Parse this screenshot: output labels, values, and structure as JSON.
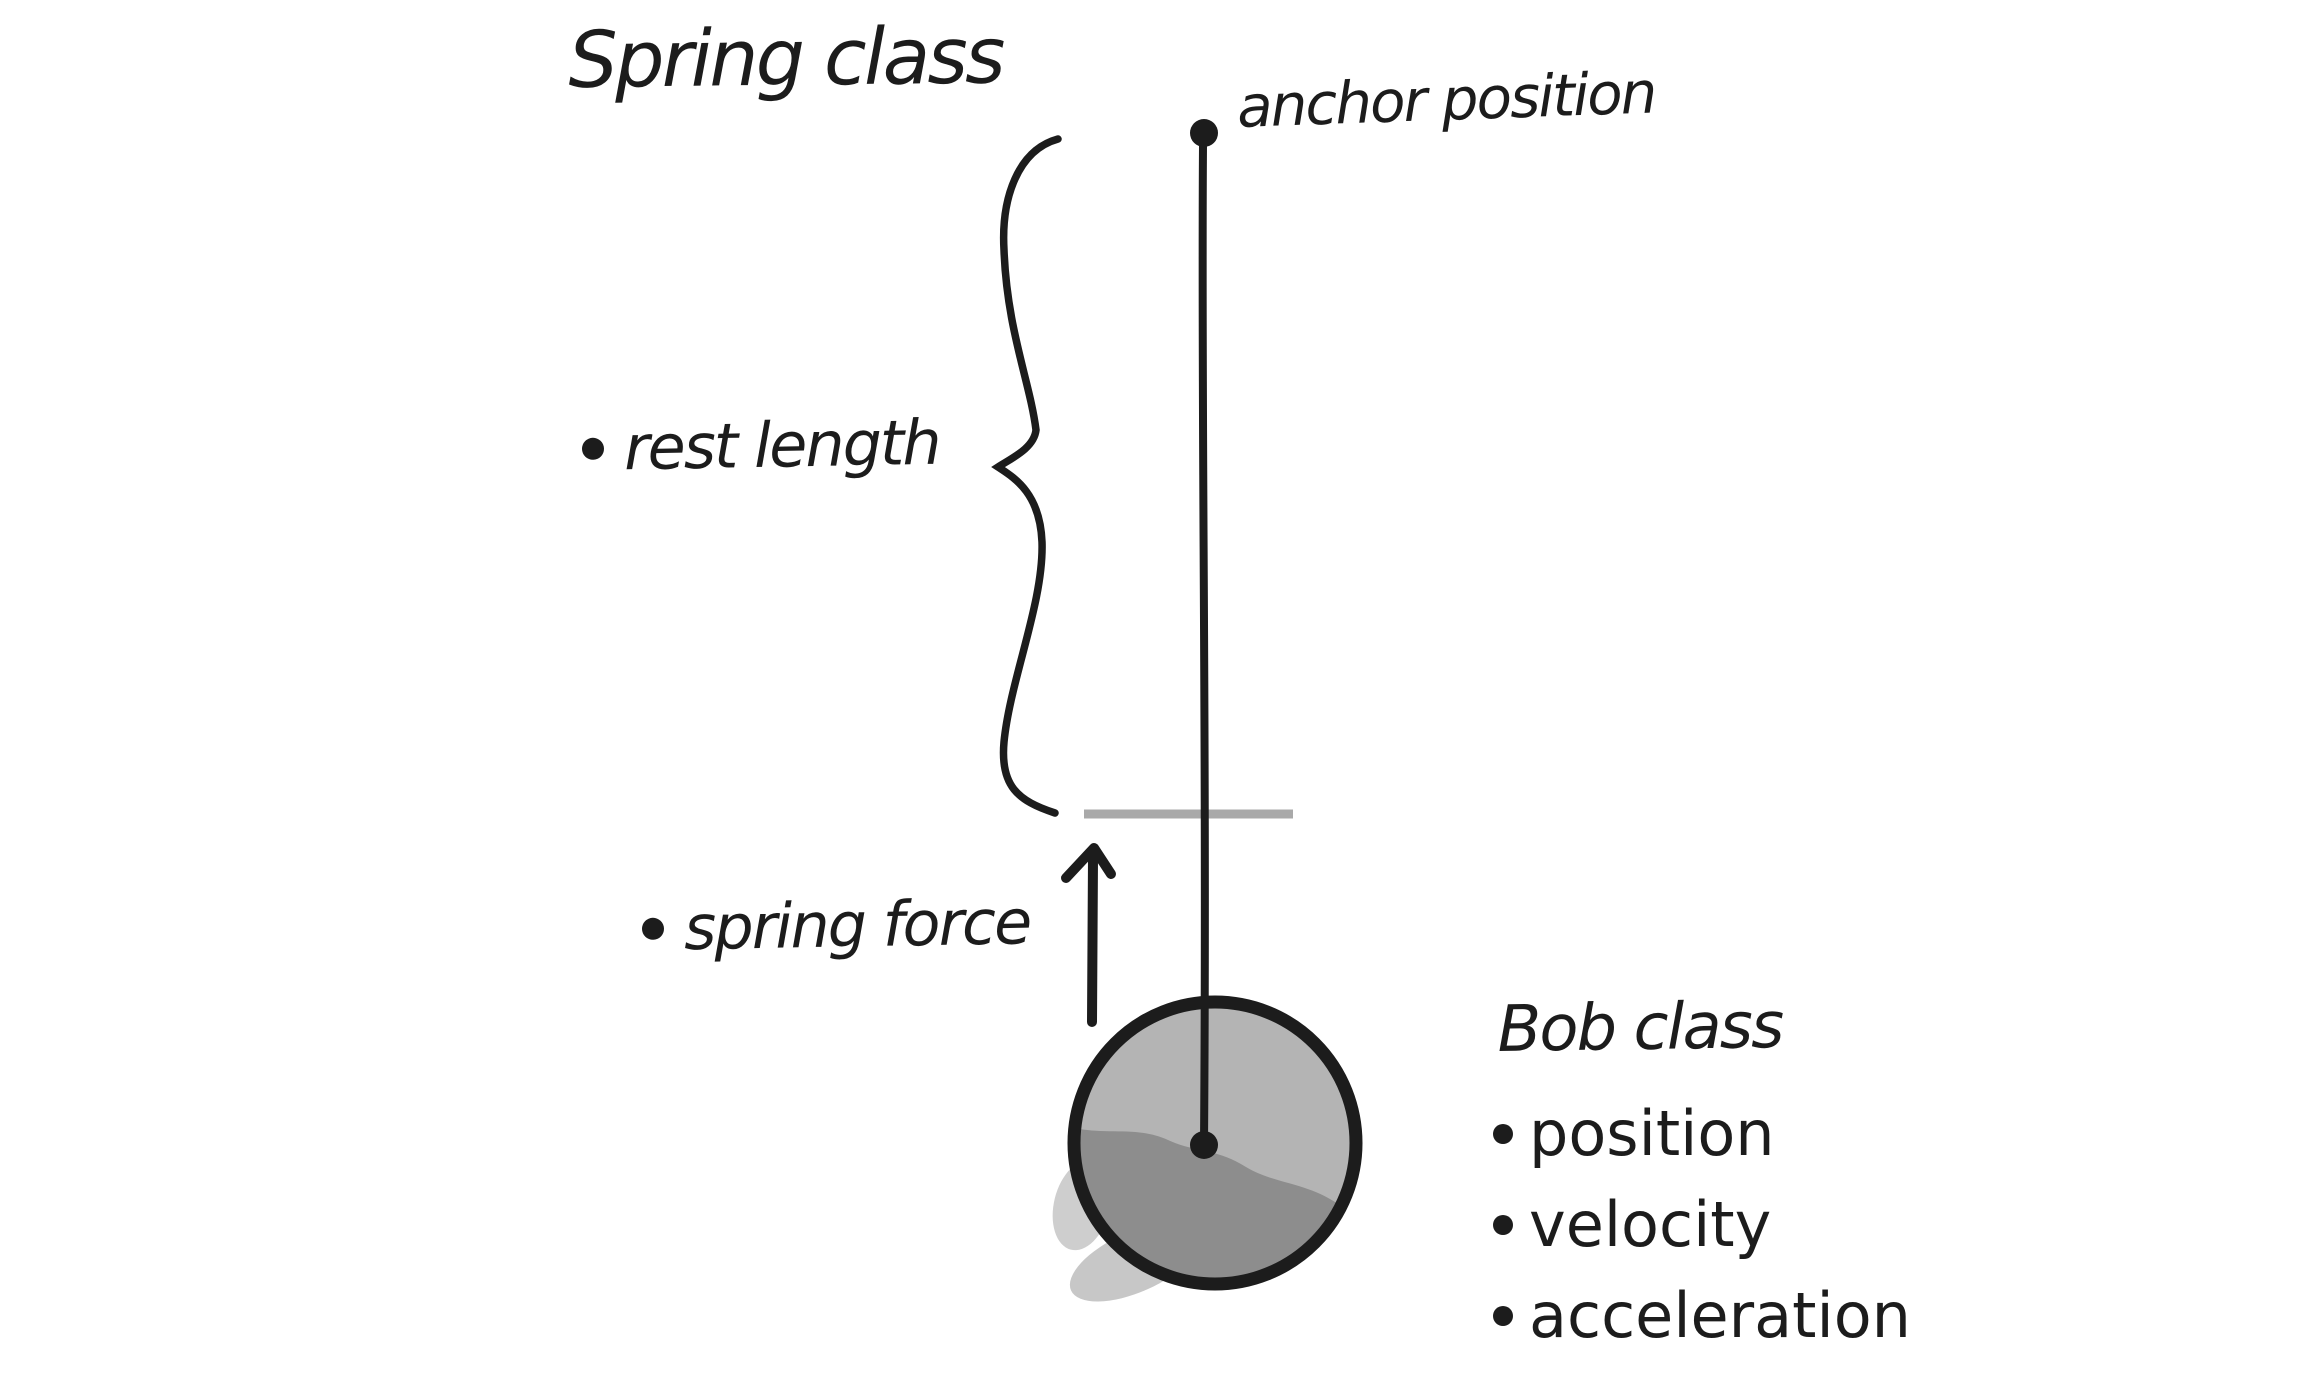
{
  "diagram": {
    "title": "Spring class",
    "anchor": {
      "label": "anchor position"
    },
    "spring": {
      "rest_length_label": "rest length",
      "force_label": "spring force"
    },
    "bob": {
      "title": "Bob class",
      "properties": [
        "position",
        "velocity",
        "acceleration"
      ]
    },
    "colors": {
      "ink": "#1c1c1c",
      "rest_length_line": "#a9a9a9",
      "bob_fill_light": "#b4b4b4",
      "bob_fill_dark": "#8d8d8d",
      "background": "#ffffff"
    }
  }
}
